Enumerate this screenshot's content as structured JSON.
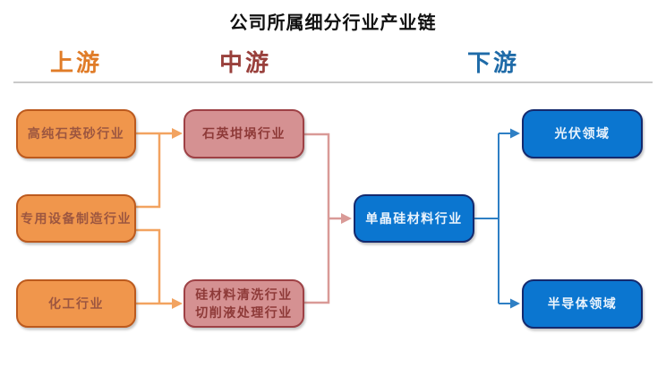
{
  "title": "公司所属细分行业产业链",
  "stages": [
    {
      "id": "upstream",
      "label": "上游",
      "color": "#E07C28"
    },
    {
      "id": "midstream",
      "label": "中游",
      "color": "#99403C"
    },
    {
      "id": "downstream",
      "label": "下游",
      "color": "#1F6BA8"
    }
  ],
  "nodes": {
    "upstream": [
      {
        "label": "高纯石英砂行业"
      },
      {
        "label": "专用设备制造行业"
      },
      {
        "label": "化工行业"
      }
    ],
    "midstream": [
      {
        "label": "石英坩埚行业"
      },
      {
        "label": "硅材料清洗行业\n切削液处理行业"
      }
    ],
    "core": {
      "label": "单晶硅材料行业"
    },
    "downstream": [
      {
        "label": "光伏领域"
      },
      {
        "label": "半导体领域"
      }
    ]
  },
  "edges": [
    {
      "from": "高纯石英砂行业",
      "to": "石英坩埚行业"
    },
    {
      "from": "专用设备制造行业",
      "to": "石英坩埚行业"
    },
    {
      "from": "专用设备制造行业",
      "to": "硅材料清洗行业切削液处理行业"
    },
    {
      "from": "化工行业",
      "to": "硅材料清洗行业切削液处理行业"
    },
    {
      "from": "石英坩埚行业",
      "to": "单晶硅材料行业"
    },
    {
      "from": "硅材料清洗行业切削液处理行业",
      "to": "单晶硅材料行业"
    },
    {
      "from": "单晶硅材料行业",
      "to": "光伏领域"
    },
    {
      "from": "单晶硅材料行业",
      "to": "半导体领域"
    }
  ],
  "colors": {
    "upstream_box_fill": "#F0964C",
    "upstream_box_border": "#BC5A1E",
    "upstream_box_text": "#9C5640",
    "midstream_box_fill": "#D59192",
    "midstream_box_border": "#9E4145",
    "midstream_box_text": "#8E3A38",
    "blue_box_fill": "#0B76D0",
    "blue_box_border": "#152A6E",
    "blue_box_text": "#EAF3FC",
    "connector_orange": "#F2A360",
    "connector_rose": "#D99A97",
    "connector_blue": "#2E7FC4",
    "separator": "#C9C9C9",
    "title_text": "#111111"
  }
}
